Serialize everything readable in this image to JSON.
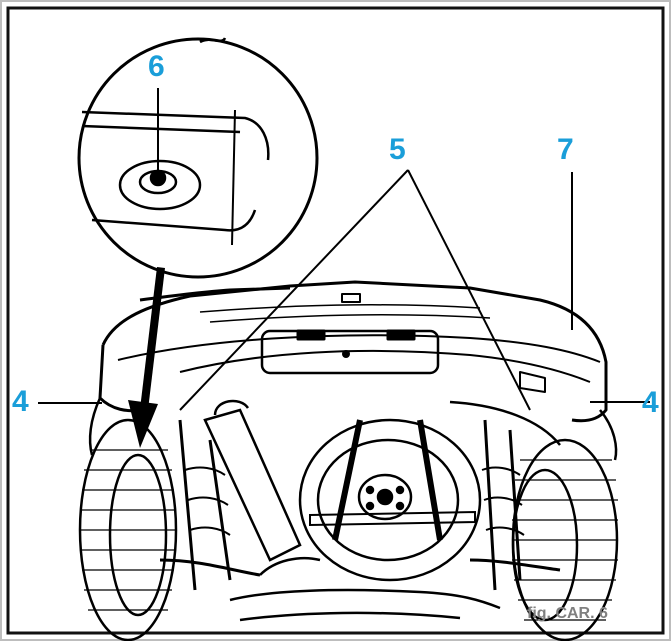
{
  "callouts": {
    "c6": "6",
    "c5": "5",
    "c7": "7",
    "c4_left": "4",
    "c4_right": "4"
  },
  "caption": "fig. CAR. 6",
  "colors": {
    "callout": "#1a9ed9",
    "caption": "#808080",
    "line": "#000000",
    "frame_dark": "#111111",
    "frame_light": "#bdbdbd"
  }
}
